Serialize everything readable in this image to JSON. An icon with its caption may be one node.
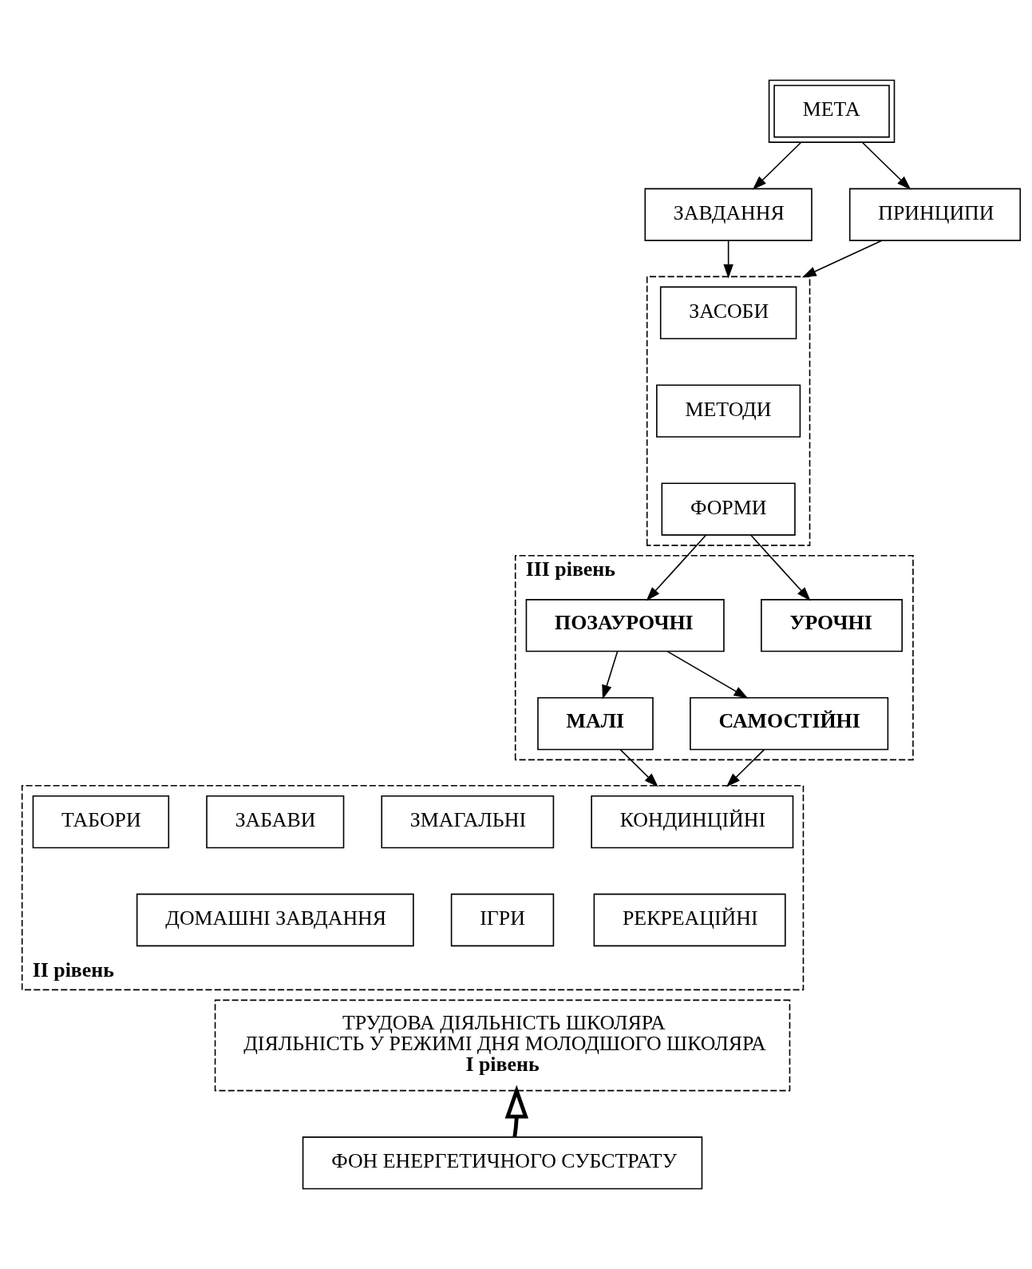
{
  "diagram": {
    "nodes": [
      {
        "text": [
          "МЕТА"
        ]
      },
      {
        "text": [
          "ЗАВДАННЯ"
        ]
      },
      {
        "text": [],
        "shape": "box"
      },
      {
        "text": [
          "ЗАСОБИ"
        ],
        "in": 2
      },
      {
        "text": [
          "МЕТОДИ"
        ],
        "in": 2
      },
      {
        "text": [
          "ФОРМИ"
        ],
        "in": 2
      },
      {
        "text": [
          "ПРИНЦИПИ"
        ]
      },
      {
        "text": [
          "III рівень"
        ]
      },
      {
        "text": [
          "УРОЧНІ"
        ],
        "in": 7
      },
      {
        "text": [
          "ПОЗАУРОЧНІ"
        ],
        "in": 7
      },
      {
        "text": [
          "МАЛІ"
        ],
        "in": 7
      },
      {
        "text": [
          "САМОСТІЙНІ"
        ],
        "in": 7
      },
      {
        "text": [
          "II рівень"
        ]
      },
      {
        "text": [
          "КОНДИНЦІЙНІ"
        ],
        "in": 12
      },
      {
        "text": [
          "ЗМАГАЛЬНІ"
        ],
        "in": 12
      },
      {
        "text": [
          "ЗАБАВИ"
        ],
        "in": 12
      },
      {
        "text": [
          "ТАБОРИ"
        ],
        "in": 12
      },
      {
        "text": [
          "РЕКРЕАЦІЙНІ"
        ],
        "in": 12
      },
      {
        "text": [
          "ІГРИ"
        ],
        "in": 12
      },
      {
        "text": [
          "ДОМАШНІ ЗАВДАННЯ"
        ],
        "in": 12
      },
      {
        "text": [
          "ТРУДОВА ДІЯЛЬНІСТЬ ШКОЛЯРА",
          "ДІЯЛЬНІСТЬ У РЕЖИМІ ДНЯ МОЛОДШОГО ШКОЛЯРА",
          "I рівень"
        ]
      },
      {
        "text": [
          "ФОН ЕНЕРГЕТИЧНОГО СУБСТРАТУ"
        ]
      }
    ],
    "edges": [
      {
        "from": 0,
        "to": 1,
        "arrow": "to"
      },
      {
        "from": 0,
        "to": 6,
        "arrow": "to"
      },
      {
        "from": 1,
        "to": 2,
        "arrow": "to"
      },
      {
        "from": 6,
        "to": 2,
        "arrow": "to"
      },
      {
        "from": 5,
        "to": 8,
        "arrow": "to"
      },
      {
        "from": 5,
        "to": 9,
        "arrow": "to"
      },
      {
        "from": 9,
        "to": 10,
        "arrow": "to"
      },
      {
        "from": 9,
        "to": 11,
        "arrow": "to"
      },
      {
        "from": 10,
        "to": 12,
        "arrow": "to"
      },
      {
        "from": 11,
        "to": 12,
        "arrow": "to"
      },
      {
        "from": 21,
        "to": 20,
        "arrow": "to",
        "style": "thick"
      }
    ]
  }
}
